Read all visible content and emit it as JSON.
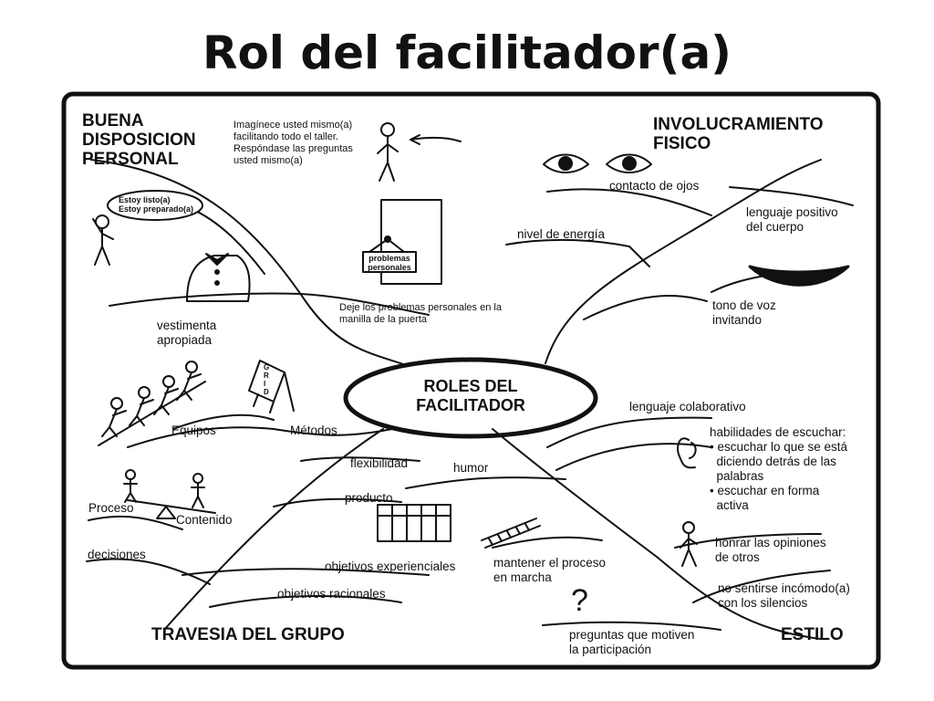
{
  "title": "Rol del facilitador(a)",
  "center": {
    "label": "ROLES DEL\nFACILITADOR"
  },
  "corners": {
    "top_left": "BUENA\nDISPOSICION\nPERSONAL",
    "top_right": "INVOLUCRAMIENTO\nFISICO",
    "bottom_left": "TRAVESIA DEL GRUPO",
    "bottom_right": "ESTILO"
  },
  "top_left": {
    "imagine_note": "Imagínece usted mismo(a)\nfacilitando todo el taller.\nRespóndase las preguntas\nusted mismo(a)",
    "speech_bubble": "Estoy listo(a)\nEstoy preparado(a)",
    "door_sign": "problemas\npersonales",
    "door_caption": "Deje los problemas personales en la\nmanilla de la puerta",
    "vestimenta": "vestimenta\napropiada"
  },
  "top_right": {
    "contacto": "contacto de ojos",
    "lenguaje_cuerpo": "lenguaje positivo\ndel cuerpo",
    "energia": "nivel de energía",
    "voz": "tono de voz\ninvitando"
  },
  "bottom_right": {
    "colaborativo": "lenguaje colaborativo",
    "escuchar": "habilidades de escuchar:\n• escuchar lo que se está\n  diciendo detrás de las\n  palabras\n• escuchar en forma\n  activa",
    "honrar": "honrar las opiniones\nde otros",
    "silencios": "no sentirse incómodo(a)\ncon los silencios",
    "question_mark": "?",
    "preguntas": "preguntas que motiven\nla participación",
    "mantener": "mantener el proceso\nen marcha",
    "humor": "humor"
  },
  "bottom_left": {
    "equipos": "Equipos",
    "metodos": "Métodos",
    "grid_letters": "G\nR\nI\nD",
    "flexibilidad": "flexibilidad",
    "producto": "producto",
    "proceso": "Proceso",
    "contenido": "Contenido",
    "decisiones": "decisiones",
    "experienciales": "objetivos experienciales",
    "racionales": "objetivos racionales"
  }
}
